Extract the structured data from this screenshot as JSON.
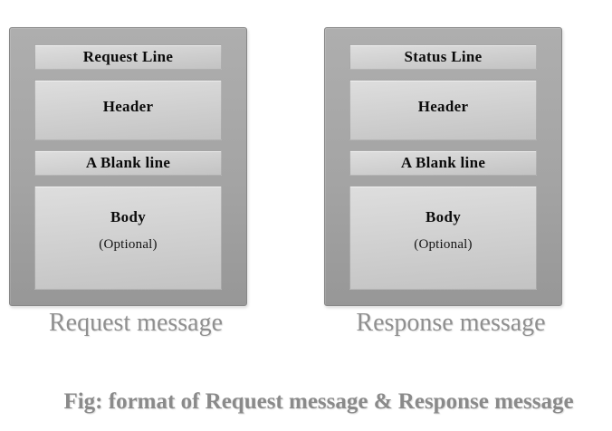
{
  "panels": [
    {
      "caption": "Request message",
      "rows": [
        {
          "label": "Request Line"
        },
        {
          "label": "Header"
        },
        {
          "label": "A Blank line"
        },
        {
          "label": "Body",
          "note": "(Optional)"
        }
      ]
    },
    {
      "caption": "Response message",
      "rows": [
        {
          "label": "Status Line"
        },
        {
          "label": "Header"
        },
        {
          "label": "A Blank line"
        },
        {
          "label": "Body",
          "note": "(Optional)"
        }
      ]
    }
  ],
  "figure_caption": "Fig: format of Request message & Response message",
  "colors": {
    "background": "#ffffff",
    "panel_fill_top": "#aeaeae",
    "panel_fill_bottom": "#979797",
    "panel_border": "#878787",
    "row_fill_top": "#dedede",
    "row_fill_bottom": "#c3c3c3",
    "label_text": "#0b0b0b",
    "caption_text": "#8f8f8f",
    "figure_caption_text": "#8a8a8a"
  }
}
